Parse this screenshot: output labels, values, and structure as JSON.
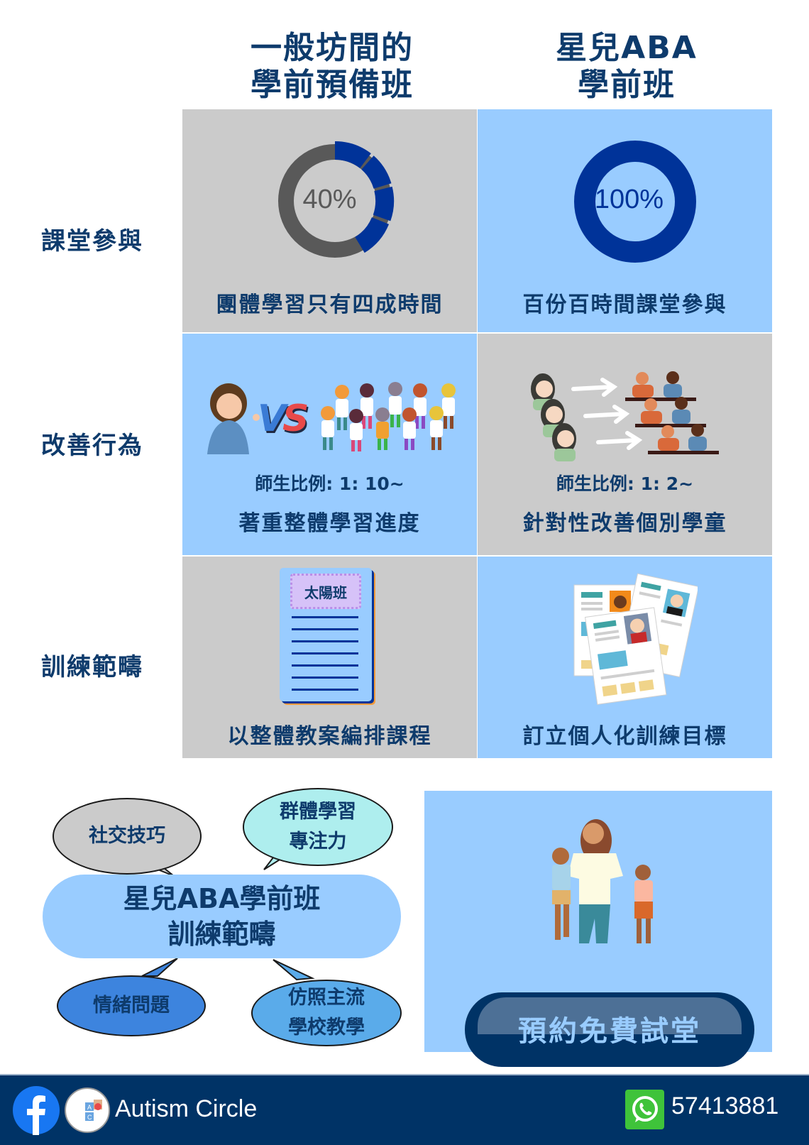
{
  "columns": {
    "left": {
      "line1": "一般坊間的",
      "line2": "學前預備班"
    },
    "right": {
      "line1": "星兒ABA",
      "line2": "學前班"
    }
  },
  "rows": [
    {
      "label": "課堂參與"
    },
    {
      "label": "改善行為"
    },
    {
      "label": "訓練範疇"
    }
  ],
  "cells": {
    "participation_left": {
      "percent": "40%",
      "value": 40,
      "caption": "團體學習只有四成時間"
    },
    "participation_right": {
      "percent": "100%",
      "value": 100,
      "caption": "百份百時間課堂參與"
    },
    "behavior_left": {
      "vs_label": "VS",
      "ratio": "師生比例: 1: 10~",
      "caption": "著重整體學習進度"
    },
    "behavior_right": {
      "ratio": "師生比例: 1: 2~",
      "caption": "針對性改善個別學童"
    },
    "training_left": {
      "doc_title": "太陽班",
      "caption": "以整體教案編排課程"
    },
    "training_right": {
      "caption": "訂立個人化訓練目標"
    }
  },
  "mindmap": {
    "center_line1": "星兒ABA學前班",
    "center_line2": "訓練範疇",
    "bubbles": [
      {
        "line1": "社交技巧",
        "line2": ""
      },
      {
        "line1": "群體學習",
        "line2": "專注力"
      },
      {
        "line1": "情緒問題",
        "line2": ""
      },
      {
        "line1": "仿照主流",
        "line2": "學校教學"
      }
    ]
  },
  "cta": {
    "label": "預約免費試堂"
  },
  "footer": {
    "brand": "Autism Circle",
    "phone": "57413881"
  },
  "colors": {
    "navy": "#003366",
    "heading": "#0e3b6c",
    "grey_cell": "#cbcbcb",
    "blue_cell": "#99ccff",
    "donut_blue": "#003399",
    "donut_grey": "#595959",
    "whatsapp_green": "#3fc33a",
    "facebook_blue": "#1877f2"
  }
}
